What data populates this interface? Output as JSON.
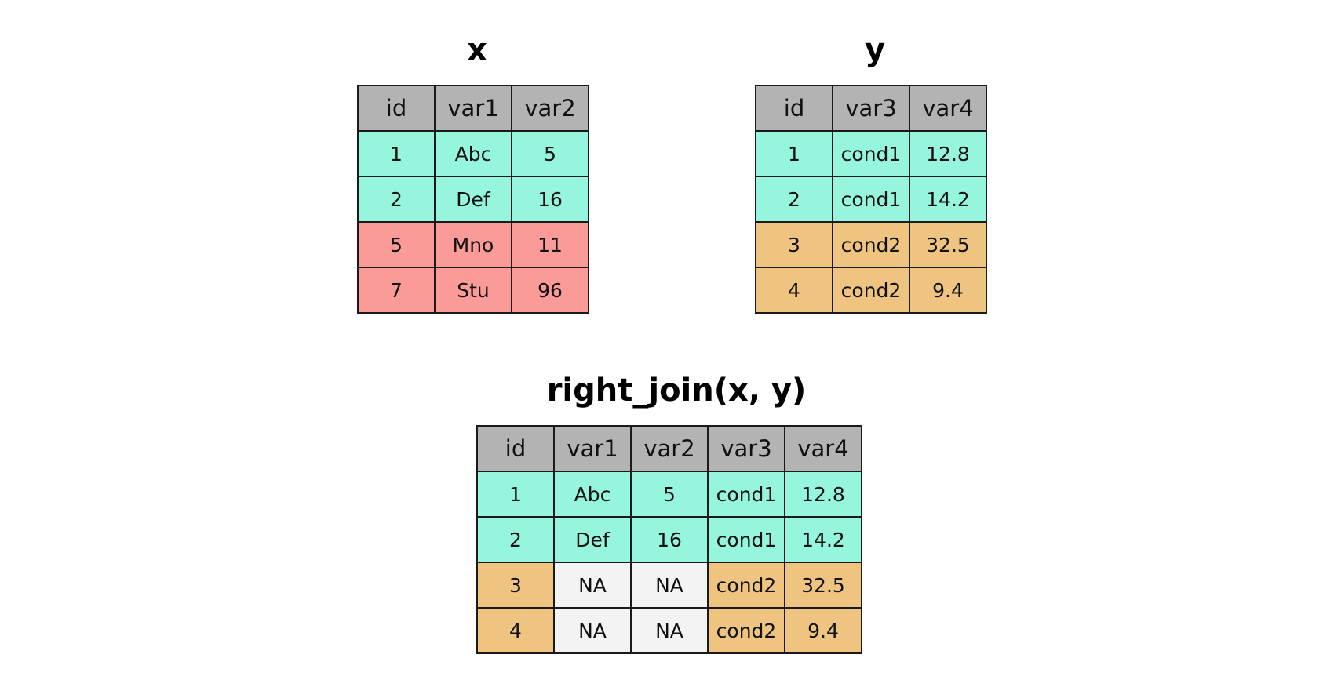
{
  "table_x": {
    "title": "x",
    "columns": [
      "id",
      "var1",
      "var2"
    ],
    "rows": [
      {
        "color": "teal",
        "cells": [
          "1",
          "Abc",
          "5"
        ]
      },
      {
        "color": "teal",
        "cells": [
          "2",
          "Def",
          "16"
        ]
      },
      {
        "color": "salmon",
        "cells": [
          "5",
          "Mno",
          "11"
        ]
      },
      {
        "color": "salmon",
        "cells": [
          "7",
          "Stu",
          "96"
        ]
      }
    ]
  },
  "table_y": {
    "title": "y",
    "columns": [
      "id",
      "var3",
      "var4"
    ],
    "rows": [
      {
        "color": "teal",
        "cells": [
          "1",
          "cond1",
          "12.8"
        ]
      },
      {
        "color": "teal",
        "cells": [
          "2",
          "cond1",
          "14.2"
        ]
      },
      {
        "color": "orange",
        "cells": [
          "3",
          "cond2",
          "32.5"
        ]
      },
      {
        "color": "orange",
        "cells": [
          "4",
          "cond2",
          "9.4"
        ]
      }
    ]
  },
  "table_result": {
    "title": "right_join(x, y)",
    "columns": [
      "id",
      "var1",
      "var2",
      "var3",
      "var4"
    ],
    "rows": [
      {
        "color": "teal",
        "cells": [
          "1",
          "Abc",
          "5",
          "cond1",
          "12.8"
        ]
      },
      {
        "color": "teal",
        "cells": [
          "2",
          "Def",
          "16",
          "cond1",
          "14.2"
        ]
      },
      {
        "color": "orange",
        "cells": [
          "3",
          "NA",
          "NA",
          "cond2",
          "32.5"
        ]
      },
      {
        "color": "orange",
        "cells": [
          "4",
          "NA",
          "NA",
          "cond2",
          "9.4"
        ]
      }
    ]
  },
  "colors": {
    "header": "#b3b3b3",
    "teal": "#95f6dd",
    "salmon": "#fa9b98",
    "orange": "#efc480",
    "na": "#f3f3f3"
  }
}
